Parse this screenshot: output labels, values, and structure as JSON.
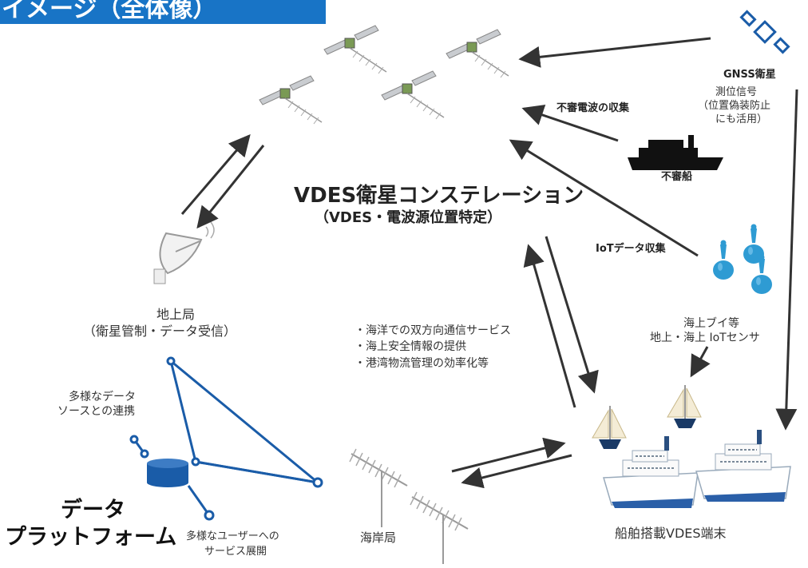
{
  "header": {
    "title": "イメージ（全体像）"
  },
  "constellation": {
    "title": "VDES衛星コンステレーション",
    "subtitle": "（VDES・電波源位置特定）"
  },
  "gnss": {
    "name": "GNSS衛星",
    "line1": "測位信号",
    "line2": "（位置偽装防止",
    "line3": "にも活用）"
  },
  "suspicious": {
    "collect_label": "不審電波の収集",
    "ship_label": "不審船"
  },
  "iot": {
    "collect_label": "IoTデータ収集",
    "buoy_line1": "海上ブイ等",
    "buoy_line2": "地上・海上 IoTセンサ"
  },
  "ground_station": {
    "line1": "地上局",
    "line2": "（衛星管制・データ受信）"
  },
  "services": {
    "items": [
      "・海洋での双方向通信サービス",
      "・海上安全情報の提供",
      "・港湾物流管理の効率化等"
    ]
  },
  "data_sources": {
    "line1": "多様なデータ",
    "line2": "ソースとの連携"
  },
  "platform": {
    "line1": "データ",
    "line2": "プラットフォーム"
  },
  "user_services": {
    "line1": "多様なユーザーへの",
    "line2": "サービス展開"
  },
  "coast_station": {
    "label": "海岸局"
  },
  "ship_terminal": {
    "label": "船舶搭載VDES端末"
  },
  "colors": {
    "banner": "#1874c6",
    "network_blue": "#1a5ca8",
    "buoy_blue": "#2e9bd3",
    "arrow": "#333333"
  }
}
